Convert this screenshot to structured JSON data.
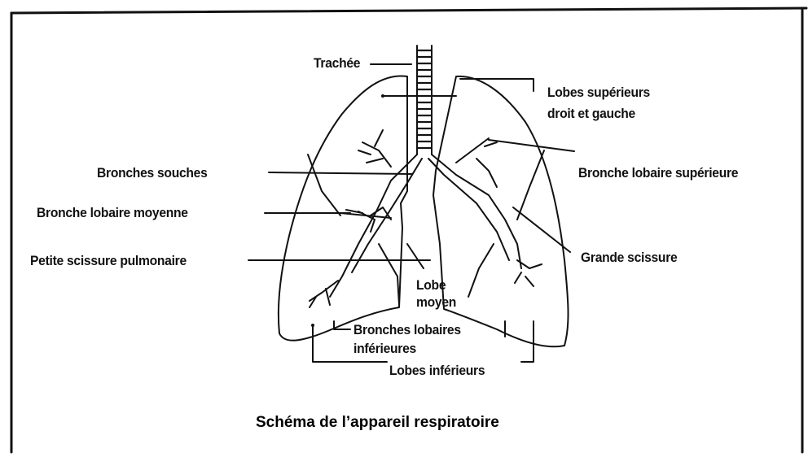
{
  "labels": {
    "trachee": "Trachée",
    "lobes_superieurs": "Lobes supérieurs",
    "droit_gauche": "droit et gauche",
    "bronches_souches": "Bronches souches",
    "bronche_lobaire_superieure": "Bronche lobaire supérieure",
    "bronche_lobaire_moyenne": "Bronche lobaire moyenne",
    "grande_scissure": "Grande scissure",
    "petite_scissure": "Petite scissure pulmonaire",
    "lobe": "Lobe",
    "moyen": "moyen",
    "bronches_lobaires": "Bronches lobaires",
    "inferieures": "inférieures",
    "lobes_inferieurs": "Lobes inférieurs"
  },
  "title": "Schéma de l’appareil respiratoire"
}
